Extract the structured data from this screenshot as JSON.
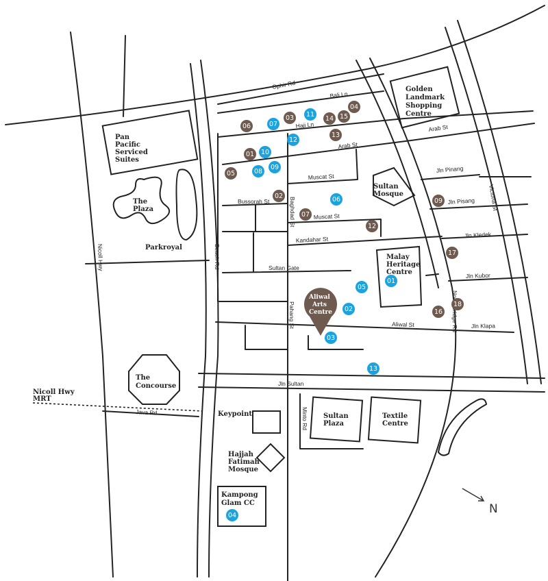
{
  "colors": {
    "brown_marker": "#6e5a4f",
    "blue_marker": "#1aa3df",
    "road": "#222222",
    "pin": "#6e5a4f"
  },
  "streets": {
    "ophir_rd": "Ophir Rd",
    "bali_ln": "Bali Ln",
    "haji_ln": "Haji Ln",
    "arab_st_1": "Arab St",
    "arab_st_2": "Arab St",
    "muscat_st_1": "Muscat St",
    "muscat_st_2": "Muscat St",
    "bussorah_st": "Bussorah St",
    "baghdad_st": "Baghdad St",
    "kandahar_st": "Kandahar St",
    "sultan_gate": "Sultan Gate",
    "pahang_st": "Pahang St",
    "aliwal_st": "Aliwal St",
    "jln_sultan": "Jln Sultan",
    "java_rd": "Java Rd",
    "minto_rd": "Minto Rd",
    "beach_rd": "Beach Rd",
    "nicoll_hwy": "Nicoll Hwy",
    "jln_pinang": "Jln Pinang",
    "jln_pisang": "Jln Pisang",
    "jln_kledek": "Jln Kledek",
    "jln_kubor": "Jln Kubor",
    "jln_klapa": "Jln Klapa",
    "north_bridge_rd": "North Bridge Rd",
    "victoria_st": "Victoria St"
  },
  "places": {
    "golden_landmark": [
      "Golden",
      "Landmark",
      "Shopping",
      "Centre"
    ],
    "pan_pacific": [
      "Pan",
      "Pacific",
      "Serviced",
      "Suites"
    ],
    "the_plaza": [
      "The",
      "Plaza"
    ],
    "parkroyal": [
      "Parkroyal"
    ],
    "sultan_mosque": [
      "Sultan",
      "Mosque"
    ],
    "malay_heritage": [
      "Malay",
      "Heritage",
      "Centre"
    ],
    "the_concourse": [
      "The",
      "Concourse"
    ],
    "nicoll_mrt": [
      "Nicoll Hwy",
      "MRT"
    ],
    "keypoint": [
      "Keypoint"
    ],
    "sultan_plaza": [
      "Sultan",
      "Plaza"
    ],
    "textile_centre": [
      "Textile",
      "Centre"
    ],
    "hajjah_fatimah": [
      "Hajjah",
      "Fatimah",
      "Mosque"
    ],
    "kampong_glam": [
      "Kampong",
      "Glam CC"
    ]
  },
  "aliwal_pin": [
    "Aliwal",
    "Arts",
    "Centre"
  ],
  "compass": "N",
  "markers": {
    "brown": [
      "06",
      "03",
      "14",
      "15",
      "04",
      "13",
      "01",
      "05",
      "02",
      "07",
      "12",
      "09",
      "17",
      "16",
      "18"
    ],
    "blue": [
      "07",
      "11",
      "12",
      "10",
      "08",
      "09",
      "06",
      "05",
      "01",
      "02",
      "03",
      "13",
      "04"
    ]
  }
}
